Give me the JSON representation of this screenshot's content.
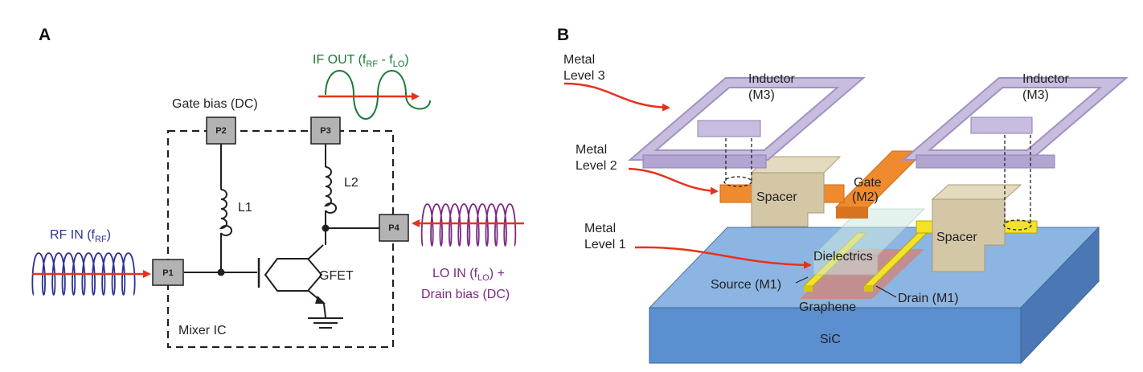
{
  "panel_a": {
    "letter": "A",
    "if_out": {
      "main": "IF OUT (f",
      "sub1": "RF",
      "mid": " - f",
      "sub2": "LO",
      "end": ")"
    },
    "gate_bias": "Gate bias (DC)",
    "rf_in": {
      "main": "RF IN (f",
      "sub": "RF",
      "end": ")"
    },
    "lo_in": {
      "main": "LO IN (f",
      "sub": "LO",
      "end": ") +"
    },
    "drain_bias": "Drain bias (DC)",
    "ports": {
      "p1": "P1",
      "p2": "P2",
      "p3": "P3",
      "p4": "P4"
    },
    "l1": "L1",
    "l2": "L2",
    "gfet": "GFET",
    "mixer_ic": "Mixer IC"
  },
  "panel_b": {
    "letter": "B",
    "metal3": {
      "line1": "Metal",
      "line2": "Level 3"
    },
    "metal2": {
      "line1": "Metal",
      "line2": "Level 2"
    },
    "metal1": {
      "line1": "Metal",
      "line2": "Level 1"
    },
    "inductor_left": {
      "line1": "Inductor",
      "line2": "(M3)"
    },
    "inductor_right": {
      "line1": "Inductor",
      "line2": "(M3)"
    },
    "gate": {
      "line1": "Gate",
      "line2": "(M2)"
    },
    "spacer_left": "Spacer",
    "spacer_right": "Spacer",
    "dielectrics": "Dielectrics",
    "source": "Source (M1)",
    "drain": "Drain (M1)",
    "graphene": "Graphene",
    "sic": "SiC"
  },
  "colors": {
    "rf_wave": "#2e3192",
    "if_wave": "#1b7a36",
    "lo_wave": "#7b2a83",
    "arrow": "#e8311d",
    "inductor_m3": "#c3b6d9",
    "gate_m2": "#f08a2e",
    "metal1": "#f2e32a",
    "spacer": "#d8ccad",
    "substrate": "#7ea9dd",
    "graphene": "#d08a88"
  }
}
